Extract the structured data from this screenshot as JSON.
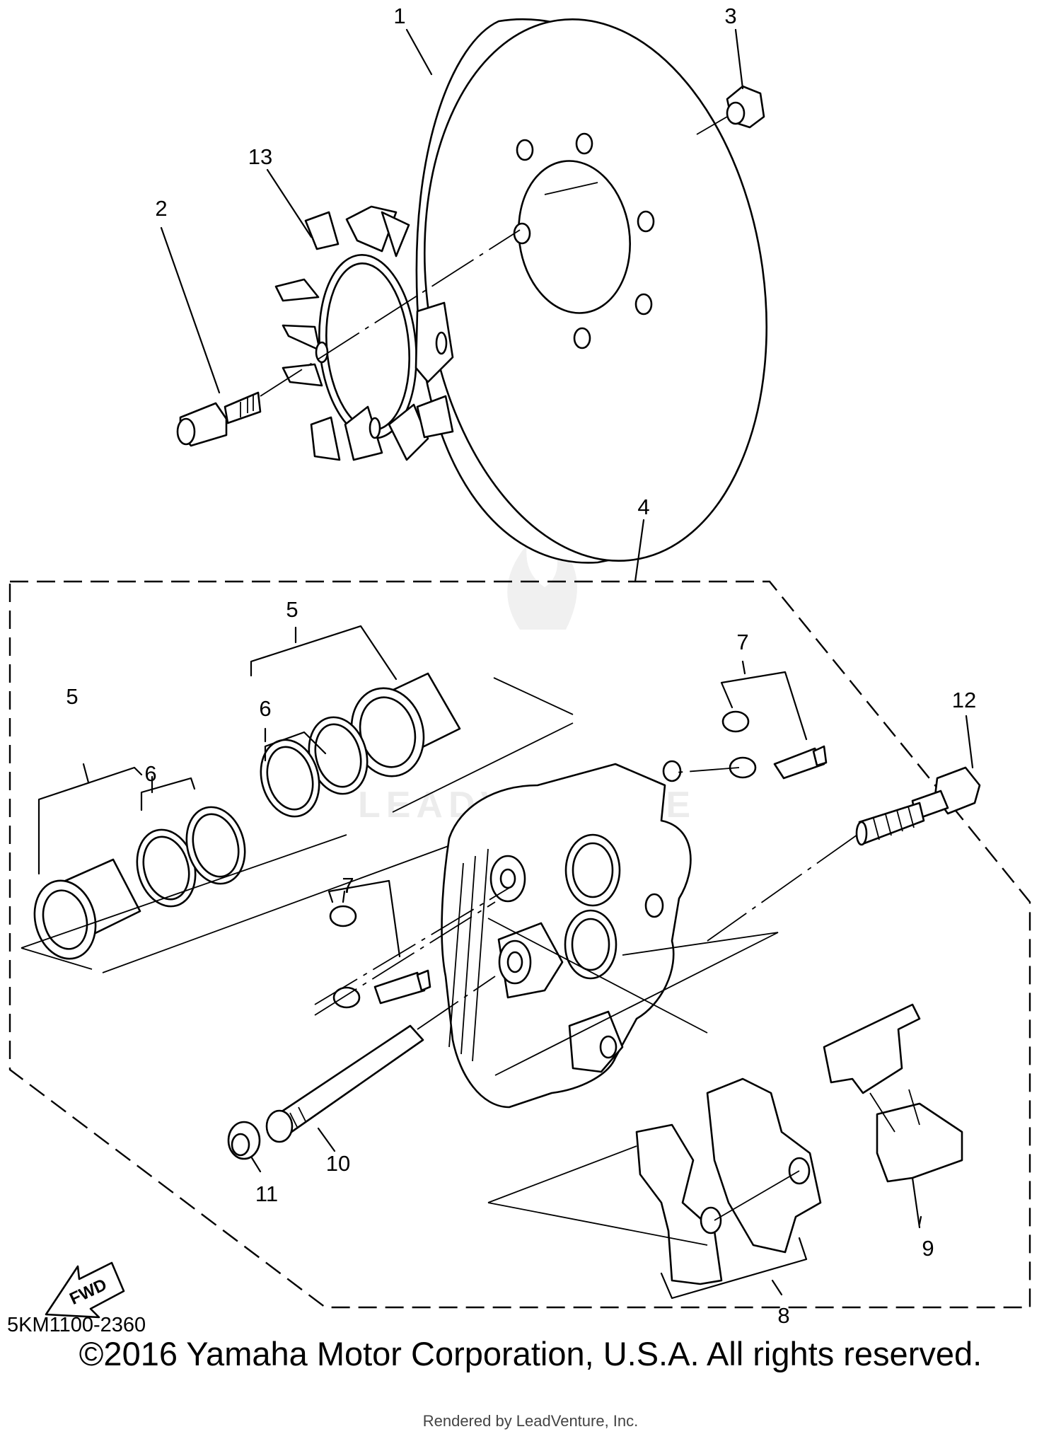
{
  "diagram": {
    "callouts": [
      "1",
      "2",
      "3",
      "13",
      "4",
      "5",
      "6",
      "5",
      "6",
      "7",
      "12",
      "7",
      "10",
      "11",
      "9",
      "8"
    ],
    "fwd_label": "FWD",
    "watermark": "LEADVENTURE"
  },
  "footer": {
    "diagram_code": "5KM1100-2360",
    "copyright": "©2016 Yamaha Motor Corporation, U.S.A. All rights reserved.",
    "rendered_by": "Rendered by LeadVenture, Inc."
  }
}
